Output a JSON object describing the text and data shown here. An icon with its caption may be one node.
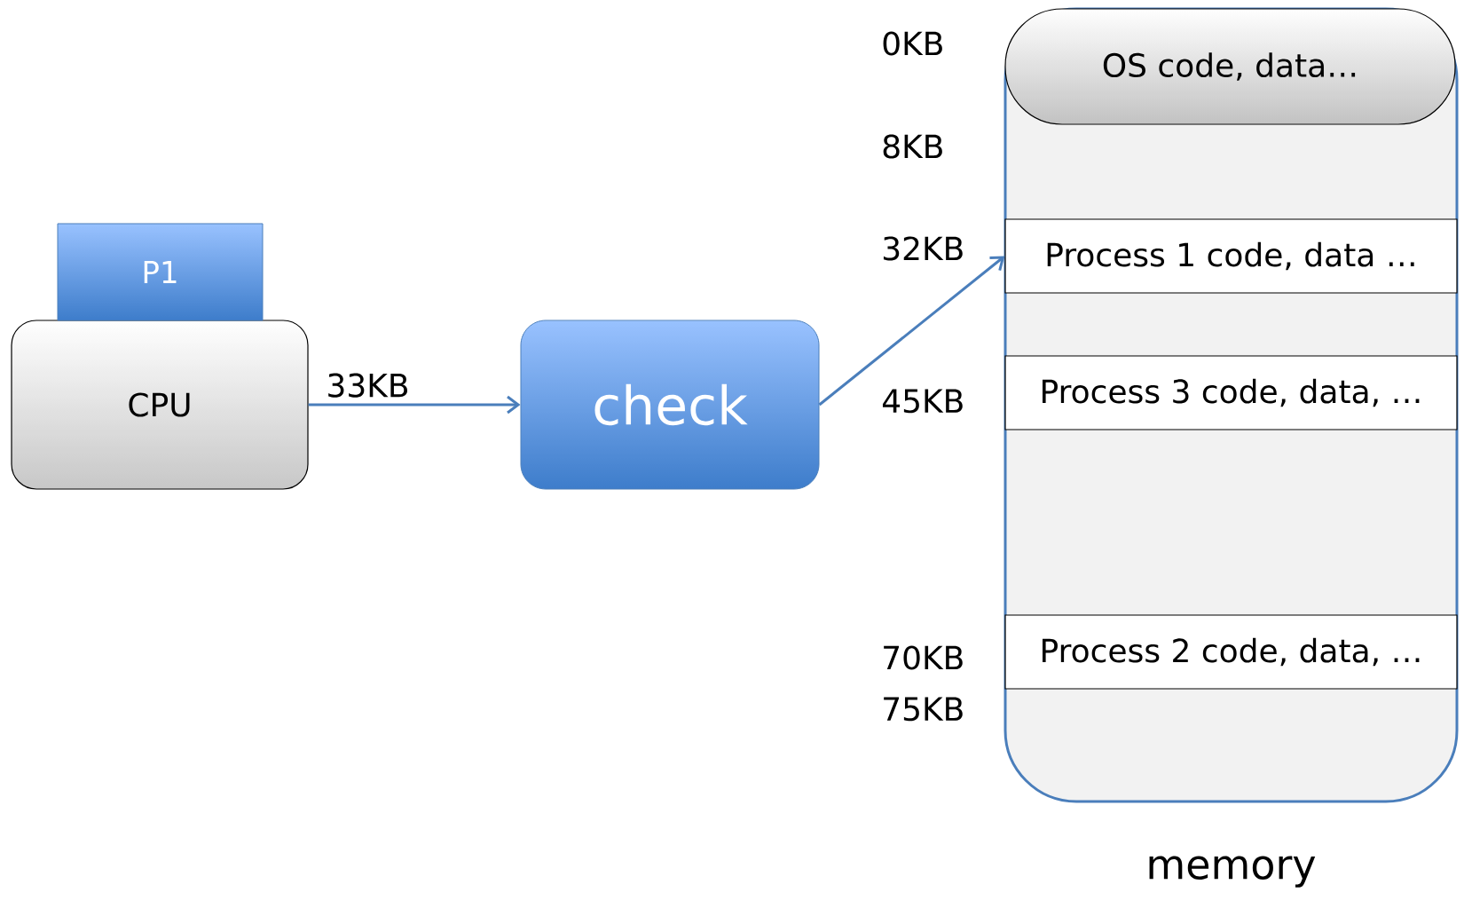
{
  "diagram": {
    "nodes": [
      {
        "text": [
          "CPU"
        ]
      },
      {
        "text": [
          "P1"
        ]
      },
      {
        "text": [
          "check"
        ]
      },
      {
        "text": [
          "memory"
        ]
      },
      {
        "text": [
          "OS code, data…"
        ],
        "in": 3
      },
      {
        "text": [
          "Process 1 code, data …"
        ],
        "in": 3
      },
      {
        "text": [
          "Process 3 code, data, …"
        ],
        "in": 3
      },
      {
        "text": [
          "Process 2 code, data, …"
        ],
        "in": 3
      }
    ],
    "edges": [
      {
        "from": 0,
        "to": 2,
        "arrow": "to",
        "label": "33KB"
      },
      {
        "from": 2,
        "to": 5,
        "arrow": "to"
      }
    ],
    "labels": [
      "0KB",
      "8KB",
      "32KB",
      "45KB",
      "70KB",
      "75KB"
    ]
  }
}
